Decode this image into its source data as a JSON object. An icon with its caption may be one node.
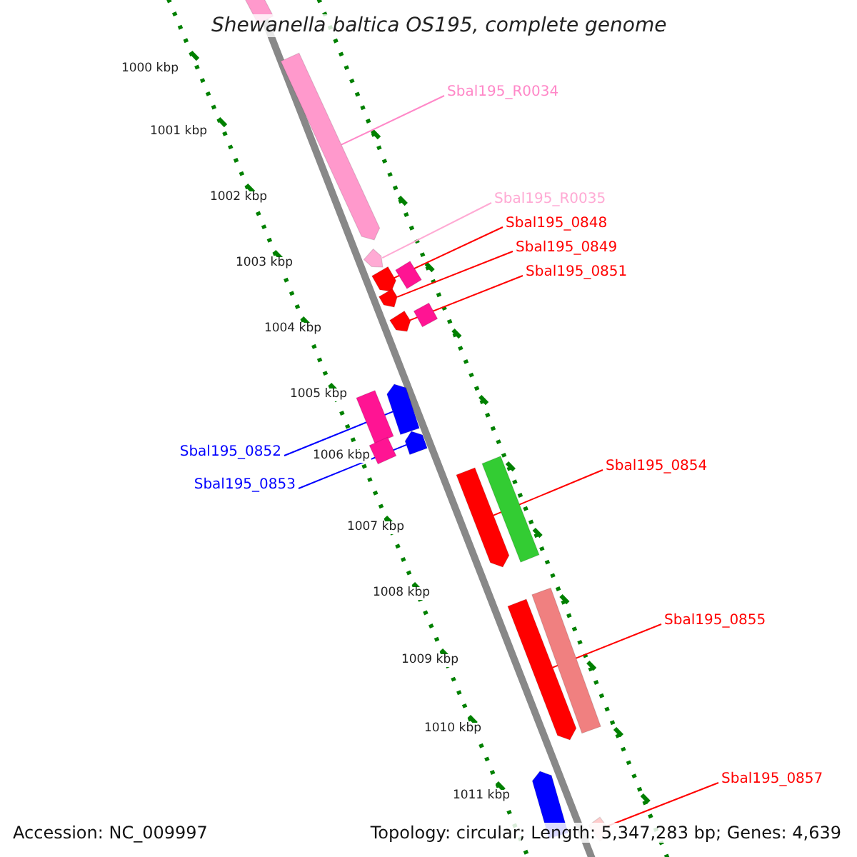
{
  "diagram": {
    "title": "Shewanella baltica OS195, complete genome",
    "nodes": [
      {
        "text": [
          "Sbal195_R0034"
        ]
      },
      {
        "text": [],
        "shape": "bar"
      },
      {
        "text": [
          "Sbal195_R0035"
        ]
      },
      {
        "text": [],
        "shape": "bar"
      },
      {
        "text": [
          "Sbal195_0848"
        ]
      },
      {
        "text": [],
        "shape": "bar"
      },
      {
        "text": [
          "Sbal195_0849"
        ]
      },
      {
        "text": [],
        "shape": "bar"
      },
      {
        "text": [
          "Sbal195_0851"
        ]
      },
      {
        "text": [],
        "shape": "bar"
      },
      {
        "text": [
          "Sbal195_0852"
        ]
      },
      {
        "text": [],
        "shape": "bar"
      },
      {
        "text": [
          "Sbal195_0853"
        ]
      },
      {
        "text": [],
        "shape": "bar"
      },
      {
        "text": [
          "Sbal195_0854"
        ]
      },
      {
        "text": [],
        "shape": "bar"
      },
      {
        "text": [
          "Sbal195_0855"
        ]
      },
      {
        "text": [],
        "shape": "bar"
      },
      {
        "text": [
          "Sbal195_0857"
        ]
      },
      {
        "text": [],
        "shape": "bar"
      },
      {
        "text": [],
        "shape": "bar"
      },
      {
        "text": [],
        "shape": "bar"
      },
      {
        "text": [],
        "shape": "bar"
      },
      {
        "text": [],
        "shape": "bar"
      },
      {
        "text": [],
        "shape": "bar"
      },
      {
        "text": [],
        "shape": "bar"
      },
      {
        "text": [],
        "shape": "bar"
      },
      {
        "text": [],
        "shape": "bar"
      }
    ],
    "edges": [
      {
        "from": 0,
        "to": 1,
        "arrow": "none",
        "color": "#ff88c8"
      },
      {
        "from": 2,
        "to": 3,
        "arrow": "none",
        "color": "#ffaad4"
      },
      {
        "from": 4,
        "to": 5,
        "arrow": "none"
      },
      {
        "from": 6,
        "to": 7,
        "arrow": "none"
      },
      {
        "from": 8,
        "to": 9,
        "arrow": "none"
      },
      {
        "from": 10,
        "to": 11,
        "arrow": "none",
        "color": "#0000ff"
      },
      {
        "from": 12,
        "to": 13,
        "arrow": "none",
        "color": "#0000ff"
      },
      {
        "from": 14,
        "to": 15,
        "arrow": "none"
      },
      {
        "from": 16,
        "to": 17,
        "arrow": "none"
      },
      {
        "from": 18,
        "to": 19,
        "arrow": "none"
      }
    ],
    "labels": [
      "1000 kbp",
      "1001 kbp",
      "1002 kbp",
      "1003 kbp",
      "1004 kbp",
      "1005 kbp",
      "1006 kbp",
      "1007 kbp",
      "1008 kbp",
      "1009 kbp",
      "1010 kbp",
      "1011 kbp",
      "Accession: NC_009997",
      "Topology: circular; Length: 5,347,283 bp; Genes: 4,639"
    ]
  }
}
